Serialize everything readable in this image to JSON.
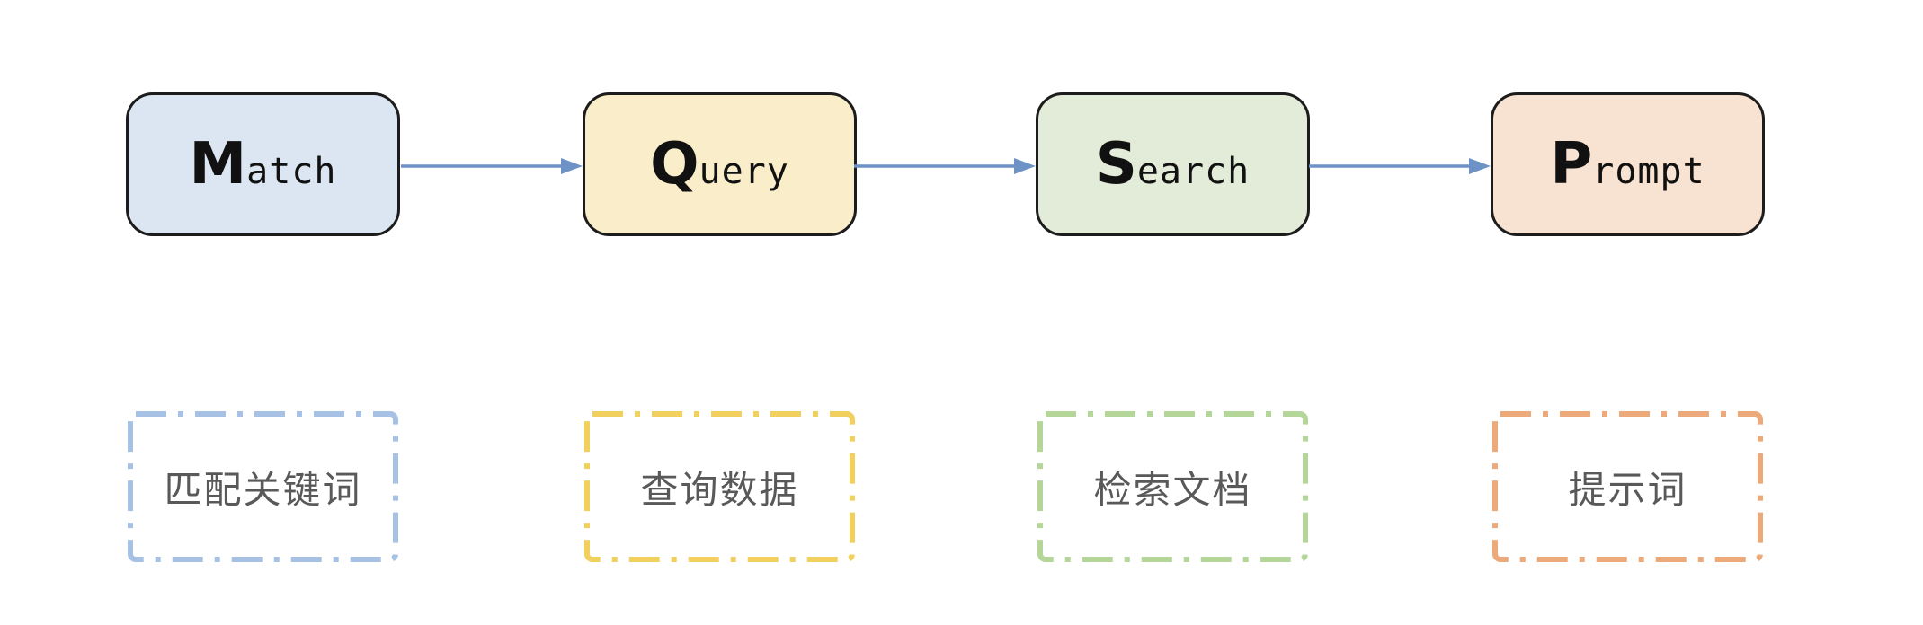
{
  "diagram": {
    "title": "keyword-to-prompt flow",
    "background_color": "#ffffff",
    "arrow_color": "#6d92c6",
    "node_border_color": "#1c1c1c",
    "node_text_color": "#111111",
    "caption_text_color": "#595959",
    "steps": [
      {
        "label": "Match",
        "initial": "M",
        "rest": "atch",
        "fill": "#dbe6f2",
        "dash_color": "#a6c1e3",
        "caption": "匹配关键词"
      },
      {
        "label": "Query",
        "initial": "Q",
        "rest": "uery",
        "fill": "#faeeca",
        "dash_color": "#f2d05e",
        "caption": "查询数据"
      },
      {
        "label": "Search",
        "initial": "S",
        "rest": "earch",
        "fill": "#e3ecd9",
        "dash_color": "#b4d698",
        "caption": "检索文档"
      },
      {
        "label": "Prompt",
        "initial": "P",
        "rest": "rompt",
        "fill": "#f8e3d2",
        "dash_color": "#eca97a",
        "caption": "提示词"
      }
    ]
  }
}
